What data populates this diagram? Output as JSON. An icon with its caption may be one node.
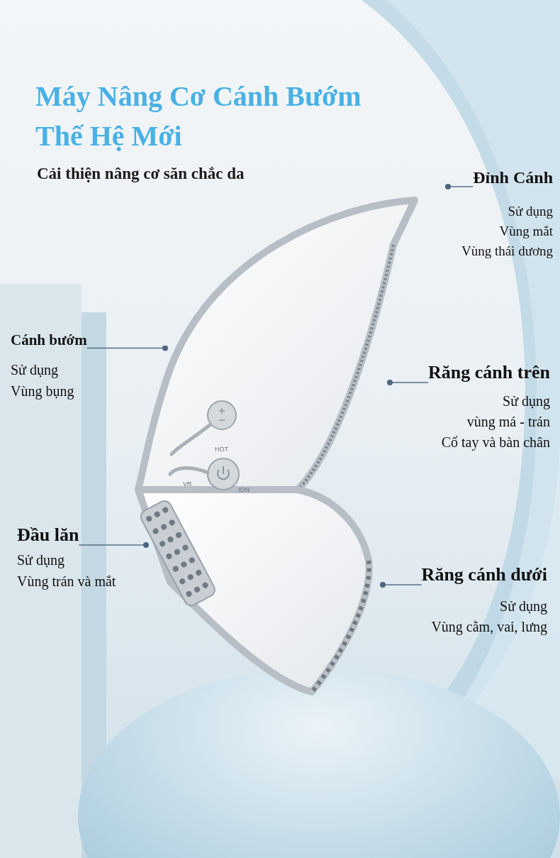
{
  "diagram": {
    "title": "Máy Nâng Cơ Cánh Bướm Thế Hệ Mới",
    "nodes": [
      {
        "text": [
          "Đỉnh Cánh"
        ],
        "beside": [
          "Sử dụng",
          "Vùng mắt",
          "Vùng thái dương"
        ]
      },
      {
        "text": [
          "Cánh bướm"
        ],
        "beside": [
          "Sử dụng",
          "Vùng bụng"
        ]
      },
      {
        "text": [
          "Răng cánh trên"
        ],
        "beside": [
          "Sử dụng",
          "vùng má - trán",
          "Cổ tay và bàn chân"
        ]
      },
      {
        "text": [
          "Đầu lăn"
        ],
        "beside": [
          "Sử dụng",
          "Vùng trán và mắt"
        ]
      },
      {
        "text": [
          "Răng cánh dưới"
        ],
        "beside": [
          "Sử dụng",
          "Vùng cằm, vai, lưng"
        ]
      }
    ],
    "edges": [
      {
        "from": 0,
        "to": null,
        "arrow": "other"
      },
      {
        "from": 1,
        "to": null,
        "arrow": "other"
      },
      {
        "from": 2,
        "to": null,
        "arrow": "other"
      },
      {
        "from": 3,
        "to": null,
        "arrow": "other"
      },
      {
        "from": 4,
        "to": null,
        "arrow": "other"
      }
    ],
    "labels": [
      "Cải thiện nâng cơ săn chắc da",
      "HOT",
      "VR",
      "ION"
    ]
  }
}
